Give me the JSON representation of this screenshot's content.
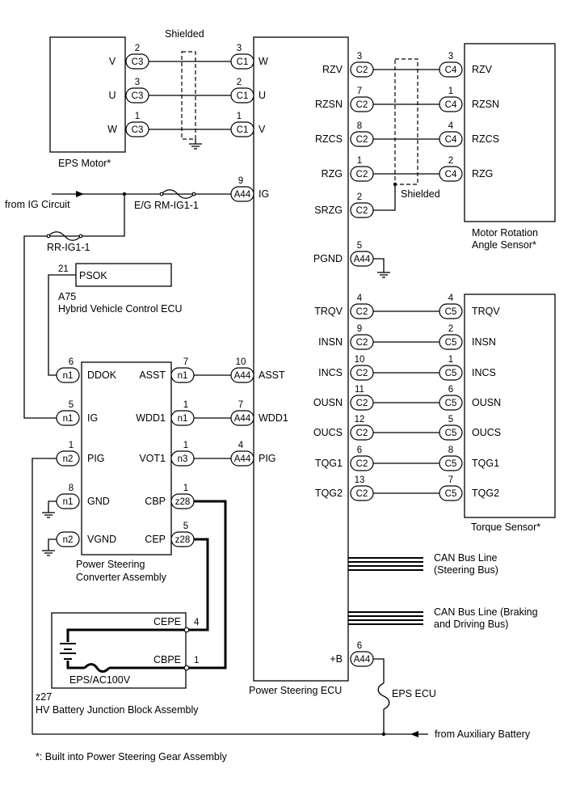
{
  "shielded_label_1": "Shielded",
  "shielded_label_2": "Shielded",
  "eps_motor": {
    "name": "EPS Motor*",
    "pins": [
      {
        "term": "V",
        "conn": "C3",
        "num": "2",
        "ecu_conn": "C1",
        "ecu_num": "3",
        "ecu_term": "W"
      },
      {
        "term": "U",
        "conn": "C3",
        "num": "3",
        "ecu_conn": "C1",
        "ecu_num": "2",
        "ecu_term": "U"
      },
      {
        "term": "W",
        "conn": "C3",
        "num": "1",
        "ecu_conn": "C1",
        "ecu_num": "1",
        "ecu_term": "V"
      }
    ]
  },
  "ig": {
    "from": "from IG Circuit",
    "fuse1": "E/G RM-IG1-1",
    "fuse2": "RR-IG1-1",
    "ecu_conn": "A44",
    "ecu_num": "9",
    "ecu_term": "IG"
  },
  "hv_ecu": {
    "conn_num": "21",
    "term": "PSOK",
    "code": "A75",
    "name": "Hybrid Vehicle Control ECU"
  },
  "converter": {
    "name_line1": "Power Steering",
    "name_line2": "Converter Assembly",
    "left_pins": [
      {
        "num": "6",
        "conn": "n1",
        "term": "DDOK"
      },
      {
        "num": "5",
        "conn": "n1",
        "term": "IG"
      },
      {
        "num": "1",
        "conn": "n2",
        "term": "PIG"
      },
      {
        "num": "8",
        "conn": "n1",
        "term": "GND"
      },
      {
        "num": "",
        "conn": "n2",
        "term": "VGND"
      }
    ],
    "right_pins": [
      {
        "num": "7",
        "conn": "n1",
        "term": "ASST",
        "ecu_num": "10",
        "ecu_conn": "A44",
        "ecu_term": "ASST"
      },
      {
        "num": "1",
        "conn": "n1",
        "term": "WDD1",
        "ecu_num": "7",
        "ecu_conn": "A44",
        "ecu_term": "WDD1"
      },
      {
        "num": "1",
        "conn": "n3",
        "term": "VOT1",
        "ecu_num": "4",
        "ecu_conn": "A44",
        "ecu_term": "PIG"
      },
      {
        "num": "1",
        "conn": "z28",
        "term": "CBP"
      },
      {
        "num": "5",
        "conn": "z28",
        "term": "CEP"
      }
    ]
  },
  "hv_battery": {
    "code": "z27",
    "name": "HV Battery Junction Block Assembly",
    "fuse": "EPS/AC100V",
    "terms": [
      {
        "term": "CEPE",
        "num": "4"
      },
      {
        "term": "CBPE",
        "num": "1"
      }
    ]
  },
  "ecu": {
    "name": "Power Steering ECU",
    "right_pins": [
      {
        "term": "RZV",
        "conn": "C2",
        "num": "3"
      },
      {
        "term": "RZSN",
        "conn": "C2",
        "num": "7"
      },
      {
        "term": "RZCS",
        "conn": "C2",
        "num": "8"
      },
      {
        "term": "RZG",
        "conn": "C2",
        "num": "1"
      },
      {
        "term": "SRZG",
        "conn": "C2",
        "num": "2"
      },
      {
        "term": "PGND",
        "conn": "A44",
        "num": "5"
      },
      {
        "term": "TRQV",
        "conn": "C2",
        "num": "4"
      },
      {
        "term": "INSN",
        "conn": "C2",
        "num": "9"
      },
      {
        "term": "INCS",
        "conn": "C2",
        "num": "10"
      },
      {
        "term": "OUSN",
        "conn": "C2",
        "num": "11"
      },
      {
        "term": "OUCS",
        "conn": "C2",
        "num": "12"
      },
      {
        "term": "TQG1",
        "conn": "C2",
        "num": "6"
      },
      {
        "term": "TQG2",
        "conn": "C2",
        "num": "13"
      }
    ],
    "b_term": "+B",
    "b_conn": "A44",
    "b_num": "6"
  },
  "angle_sensor": {
    "name_line1": "Motor Rotation",
    "name_line2": "Angle Sensor*",
    "pins": [
      {
        "term": "RZV",
        "conn": "C4",
        "num": "3"
      },
      {
        "term": "RZSN",
        "conn": "C4",
        "num": "1"
      },
      {
        "term": "RZCS",
        "conn": "C4",
        "num": "4"
      },
      {
        "term": "RZG",
        "conn": "C4",
        "num": "2"
      }
    ]
  },
  "torque_sensor": {
    "name": "Torque Sensor*",
    "pins": [
      {
        "term": "TRQV",
        "conn": "C5",
        "num": "4"
      },
      {
        "term": "INSN",
        "conn": "C5",
        "num": "2"
      },
      {
        "term": "INCS",
        "conn": "C5",
        "num": "1"
      },
      {
        "term": "OUSN",
        "conn": "C5",
        "num": "6"
      },
      {
        "term": "OUCS",
        "conn": "C5",
        "num": "5"
      },
      {
        "term": "TQG1",
        "conn": "C5",
        "num": "8"
      },
      {
        "term": "TQG2",
        "conn": "C5",
        "num": "7"
      }
    ]
  },
  "can1_line1": "CAN Bus Line",
  "can1_line2": "(Steering Bus)",
  "can2_line1": "CAN Bus Line (Braking",
  "can2_line2": "and Driving Bus)",
  "eps_ecu_fuse": "EPS ECU",
  "from_aux": "from Auxiliary Battery",
  "footnote": "*: Built into Power Steering Gear Assembly"
}
